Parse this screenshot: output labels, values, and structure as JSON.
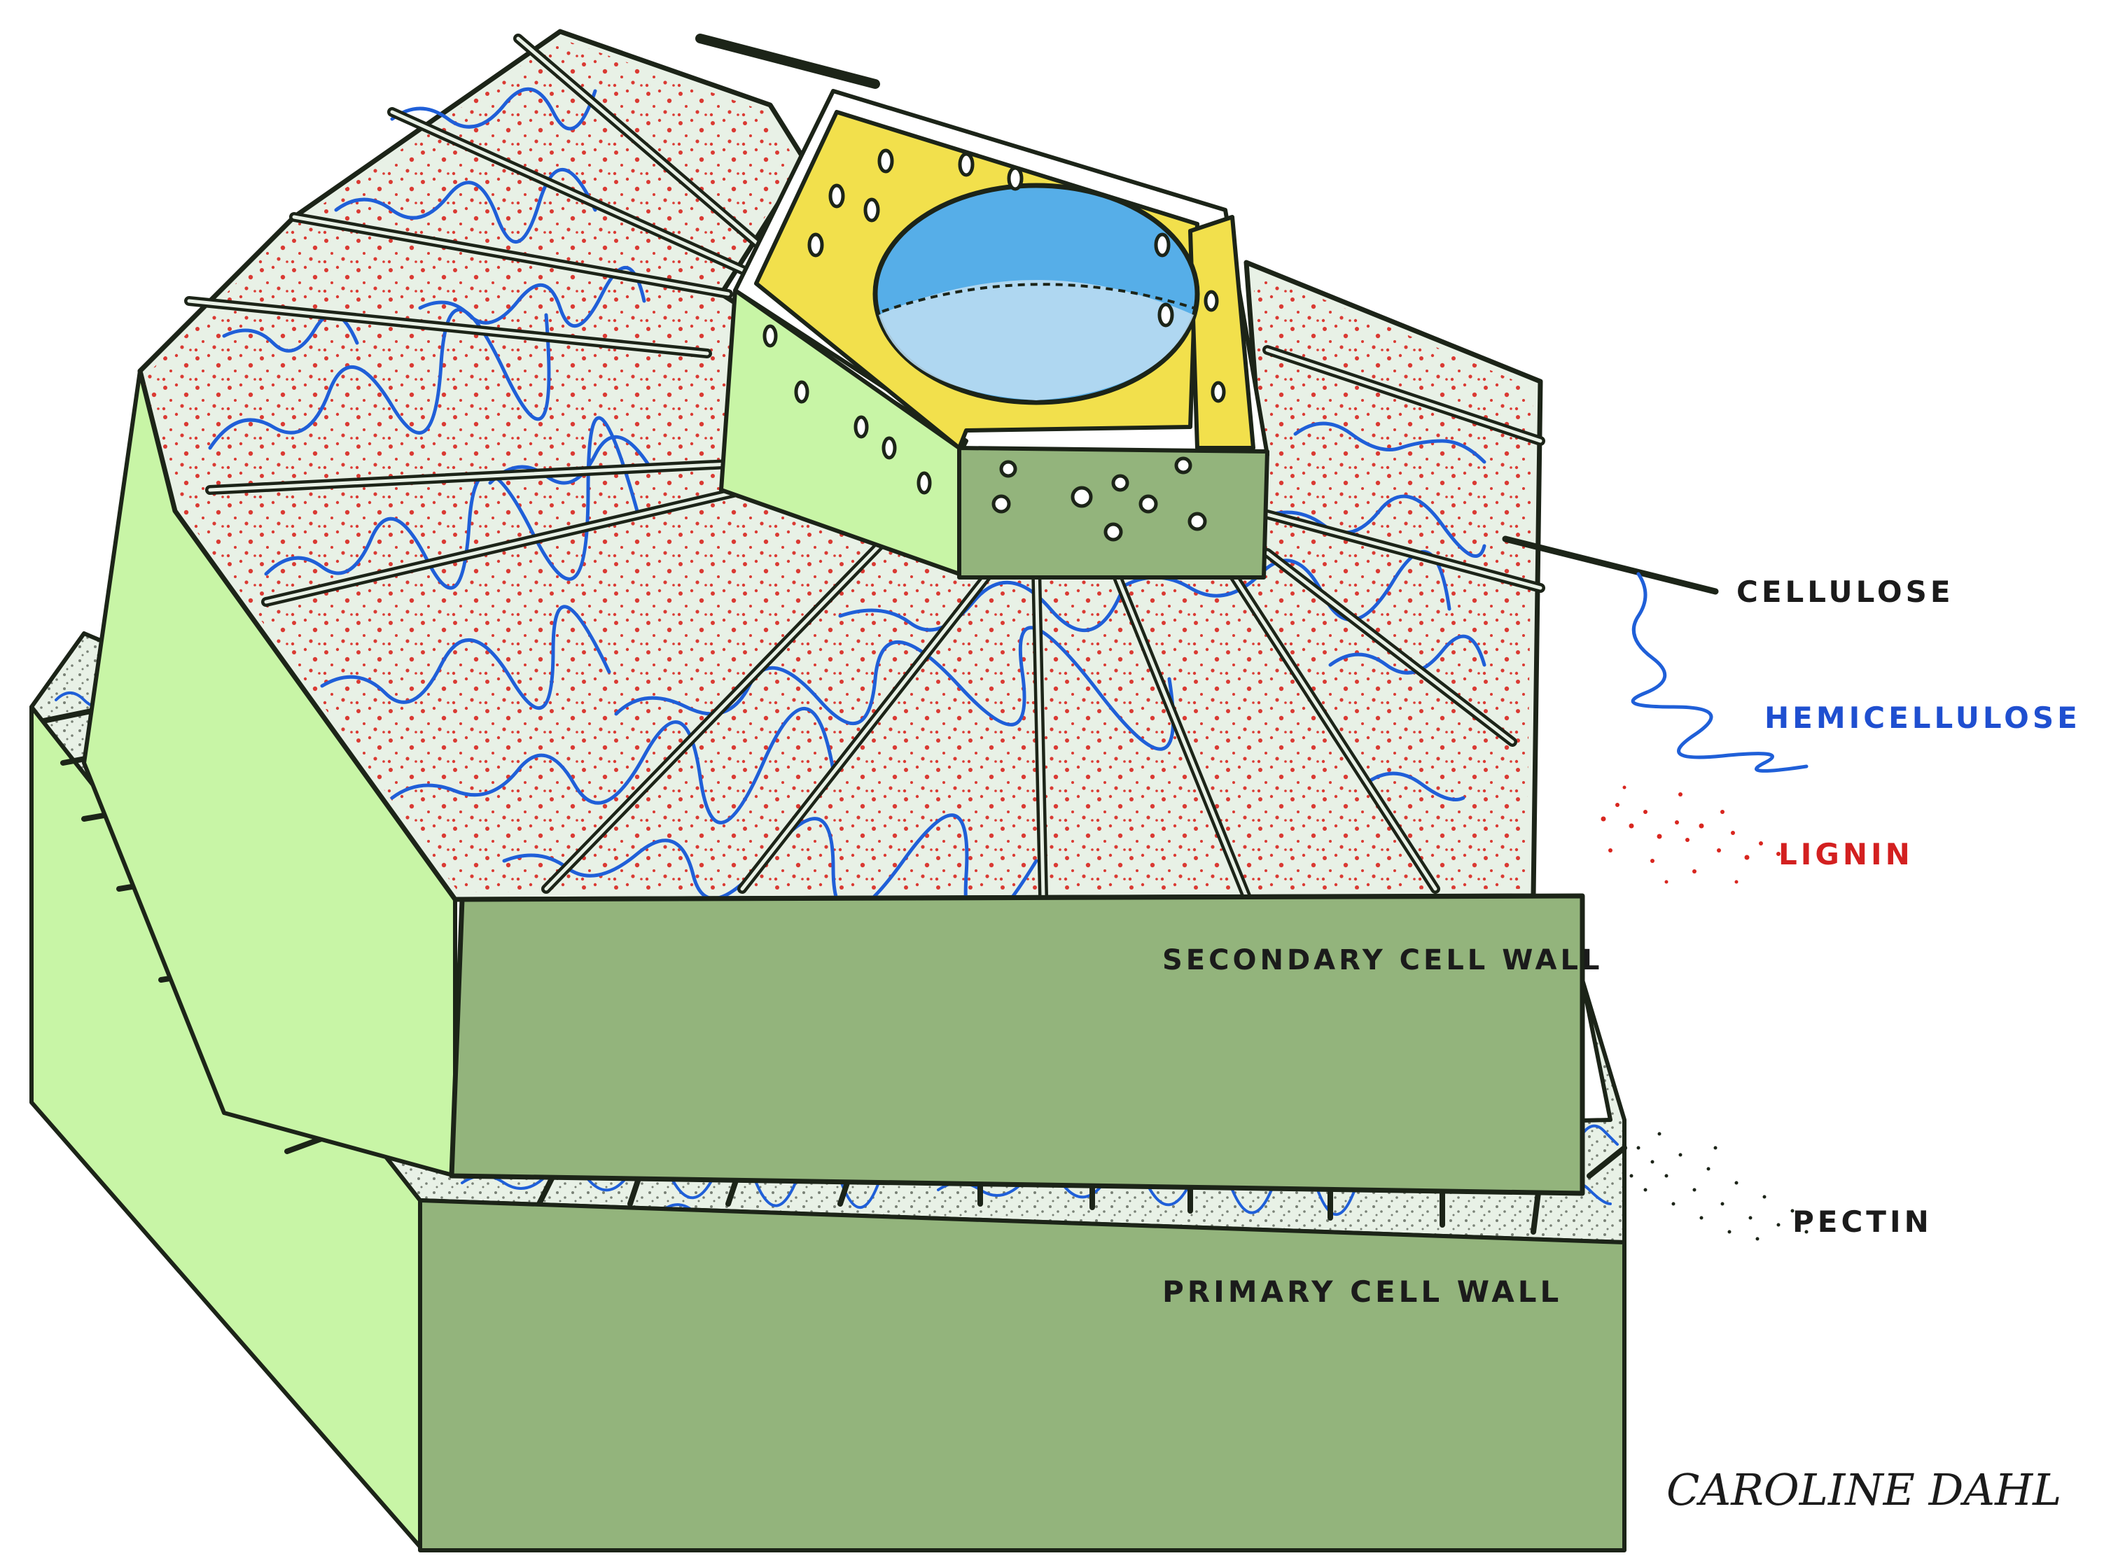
{
  "figure": {
    "labels": {
      "cellulose": "CELLULOSE",
      "hemicellulose": "HEMICELLULOSE",
      "lignin": "LIGNIN",
      "secondary_wall": "SECONDARY CELL WALL",
      "pectin": "PECTIN",
      "primary_wall": "PRIMARY CELL WALL"
    },
    "signature": "CAROLINE DAHL"
  },
  "colors": {
    "primary_front": "#93b47c",
    "side_light": "#c8f5a6",
    "top_pale": "#e8f1e6",
    "yellow": "#f2e04c",
    "lumen_blue": "#56aee8",
    "hemicellulose_blue": "#1f5fd8",
    "lignin_red": "#d8261f",
    "ink": "#1c2418",
    "label_dark": "#1b1b1b",
    "label_blue": "#1f4fd0",
    "label_red": "#d32020"
  }
}
